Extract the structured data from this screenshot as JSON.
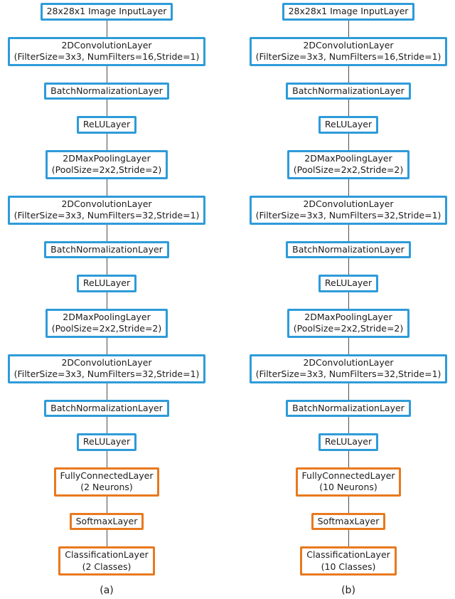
{
  "colors": {
    "blue": "#2e9bd9",
    "orange": "#e8791e",
    "connector": "#4d4d4d",
    "text": "#1c1c1c",
    "background": "#ffffff"
  },
  "diagram": {
    "columns": [
      {
        "caption": "(a)",
        "layers": [
          {
            "label": "28x28x1 Image InputLayer",
            "params": "",
            "color": "blue"
          },
          {
            "label": "2DConvolutionLayer",
            "params": "(FilterSize=3x3, NumFilters=16,Stride=1)",
            "color": "blue"
          },
          {
            "label": "BatchNormalizationLayer",
            "params": "",
            "color": "blue"
          },
          {
            "label": "ReLULayer",
            "params": "",
            "color": "blue"
          },
          {
            "label": "2DMaxPoolingLayer",
            "params": "(PoolSize=2x2,Stride=2)",
            "color": "blue"
          },
          {
            "label": "2DConvolutionLayer",
            "params": "(FilterSize=3x3, NumFilters=32,Stride=1)",
            "color": "blue"
          },
          {
            "label": "BatchNormalizationLayer",
            "params": "",
            "color": "blue"
          },
          {
            "label": "ReLULayer",
            "params": "",
            "color": "blue"
          },
          {
            "label": "2DMaxPoolingLayer",
            "params": "(PoolSize=2x2,Stride=2)",
            "color": "blue"
          },
          {
            "label": "2DConvolutionLayer",
            "params": "(FilterSize=3x3, NumFilters=32,Stride=1)",
            "color": "blue"
          },
          {
            "label": "BatchNormalizationLayer",
            "params": "",
            "color": "blue"
          },
          {
            "label": "ReLULayer",
            "params": "",
            "color": "blue"
          },
          {
            "label": "FullyConnectedLayer",
            "params": "(2 Neurons)",
            "color": "orange"
          },
          {
            "label": "SoftmaxLayer",
            "params": "",
            "color": "orange"
          },
          {
            "label": "ClassificationLayer",
            "params": "(2 Classes)",
            "color": "orange"
          }
        ]
      },
      {
        "caption": "(b)",
        "layers": [
          {
            "label": "28x28x1 Image InputLayer",
            "params": "",
            "color": "blue"
          },
          {
            "label": "2DConvolutionLayer",
            "params": "(FilterSize=3x3, NumFilters=16,Stride=1)",
            "color": "blue"
          },
          {
            "label": "BatchNormalizationLayer",
            "params": "",
            "color": "blue"
          },
          {
            "label": "ReLULayer",
            "params": "",
            "color": "blue"
          },
          {
            "label": "2DMaxPoolingLayer",
            "params": "(PoolSize=2x2,Stride=2)",
            "color": "blue"
          },
          {
            "label": "2DConvolutionLayer",
            "params": "(FilterSize=3x3, NumFilters=32,Stride=1)",
            "color": "blue"
          },
          {
            "label": "BatchNormalizationLayer",
            "params": "",
            "color": "blue"
          },
          {
            "label": "ReLULayer",
            "params": "",
            "color": "blue"
          },
          {
            "label": "2DMaxPoolingLayer",
            "params": "(PoolSize=2x2,Stride=2)",
            "color": "blue"
          },
          {
            "label": "2DConvolutionLayer",
            "params": "(FilterSize=3x3, NumFilters=32,Stride=1)",
            "color": "blue"
          },
          {
            "label": "BatchNormalizationLayer",
            "params": "",
            "color": "blue"
          },
          {
            "label": "ReLULayer",
            "params": "",
            "color": "blue"
          },
          {
            "label": "FullyConnectedLayer",
            "params": "(10 Neurons)",
            "color": "orange"
          },
          {
            "label": "SoftmaxLayer",
            "params": "",
            "color": "orange"
          },
          {
            "label": "ClassificationLayer",
            "params": "(10 Classes)",
            "color": "orange"
          }
        ]
      }
    ]
  }
}
